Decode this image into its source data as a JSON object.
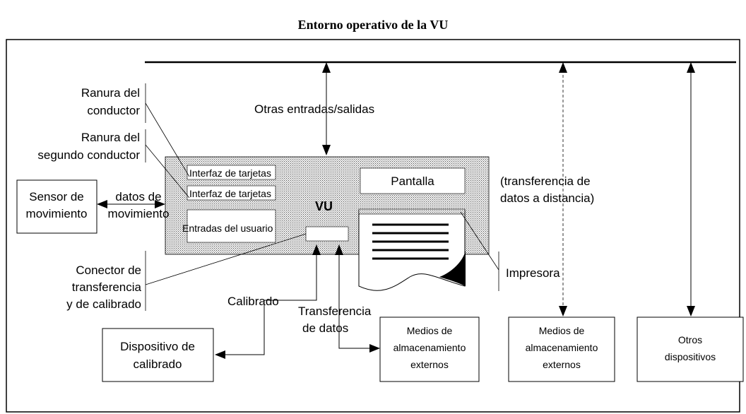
{
  "title": "Entorno operativo de la VU",
  "labels": {
    "otras_es": "Otras entradas/salidas",
    "ranura_conductor_1": "Ranura del",
    "ranura_conductor_2": "conductor",
    "ranura_segundo_1": "Ranura del",
    "ranura_segundo_2": "segundo conductor",
    "interfaz_1": "Interfaz de tarjetas",
    "interfaz_2": "Interfaz de tarjetas",
    "entradas_usuario": "Entradas del usuario",
    "vu": "VU",
    "pantalla": "Pantalla",
    "transferencia_distancia_1": "(transferencia de",
    "transferencia_distancia_2": "datos a distancia)",
    "sensor_1": "Sensor de",
    "sensor_2": "movimiento",
    "datos_mov_1": "datos de",
    "datos_mov_2": "movimiento",
    "conector_1": "Conector de",
    "conector_2": "transferencia",
    "conector_3": "y de calibrado",
    "impresora": "Impresora",
    "calibrado": "Calibrado",
    "transferencia_datos_1": "Transferencia",
    "transferencia_datos_2": "de datos",
    "dispositivo_1": "Dispositivo de",
    "dispositivo_2": "calibrado",
    "medios_a_1": "Medios de",
    "medios_a_2": "almacenamiento",
    "medios_a_3": "externos",
    "medios_b_1": "Medios de",
    "medios_b_2": "almacenamiento",
    "medios_b_3": "externos",
    "otros_1": "Otros",
    "otros_2": "dispositivos"
  }
}
